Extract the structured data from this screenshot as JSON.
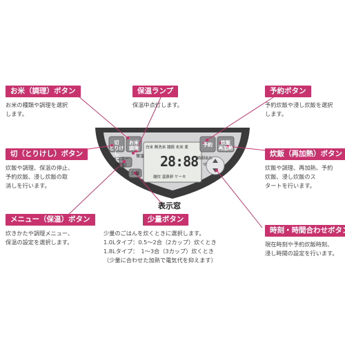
{
  "callouts": {
    "rice_type": {
      "title": "お米（調理）ボタン",
      "desc": "お米の種類や調理を選択\nします。"
    },
    "keep_warm": {
      "title": "保温ランプ",
      "desc": "保温中点灯します。"
    },
    "timer": {
      "title": "予約ボタン",
      "desc": "予約炊飯や浸し炊飯を選択\nします。"
    },
    "cancel": {
      "title": "切（とりけし）ボタン",
      "desc": "炊飯や調理、保温の停止、\n予約炊飯、浸し炊飯の取\n消しを行います。"
    },
    "cook": {
      "title": "炊飯（再加熱）ボタン",
      "desc": "炊飯や調理、再加熱、予約\n炊飯、浸し炊飯のス\nタートを行います。"
    },
    "menu": {
      "title": "メニュー（保温）ボタン",
      "desc": "炊きかたや調理メニュー、\n保温の設定を選択します。"
    },
    "small": {
      "title": "少量ボタン",
      "desc": "少量のごはんを炊くときに選択します。\n1.0Lタイプ：0.5～2合（2カップ）炊くとき\n1.8Lタイプ：　1～3合（3カップ）炊くとき\n（少量に合わせた加熱で電気代を抑えます）"
    },
    "clock": {
      "title": "時刻・時間合わせボタン",
      "desc": "現在時刻や予約炊飯時刻、\n浸し時間の設定を行います。"
    }
  },
  "display_caption": "表示窓",
  "panel": {
    "btn_cancel": "切\nとりけし",
    "btn_rice": "お米\n調理",
    "lamp_label": "保温",
    "btn_menu_label": "メニュー\n(保温)",
    "btn_small_label": "少量",
    "btn_timer": "予約",
    "btn_cook": "炊飯\n再加熱",
    "time_label": "時刻合わせ",
    "display_time": "28:88",
    "display_words_top": "白米 無洗米 雑穀 玄米 麦",
    "display_words_bottom": "雑炊 温泉卵 ケーキ"
  },
  "colors": {
    "accent": "#c8336e",
    "panel_dark": "#3a3a3a",
    "panel_silver": "#c9c9cc",
    "button_gray": "#8d8d90"
  }
}
